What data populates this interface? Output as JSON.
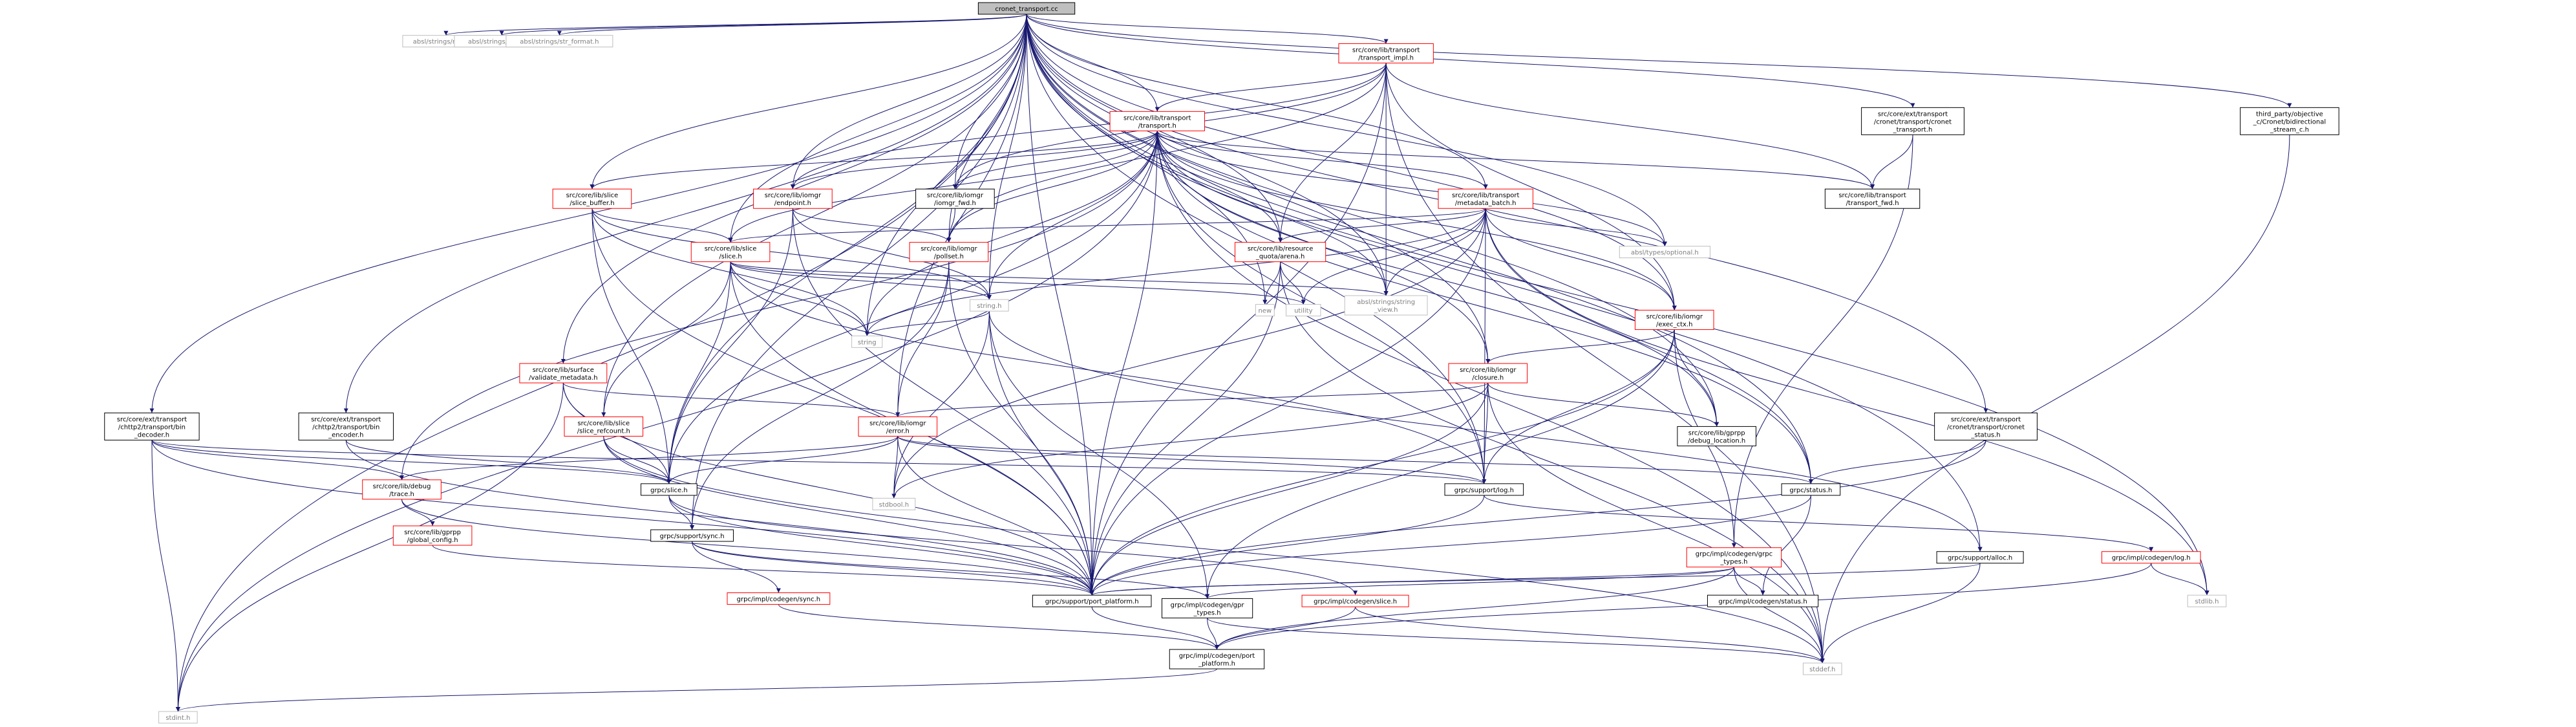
{
  "colors": {
    "root_fill": "#bfbfbf",
    "node_fill": "#ffffff",
    "node_border_internal": "#ff0000",
    "node_border_plain": "#000000",
    "node_border_system": "#bfbfbf",
    "text": "#000000",
    "text_system": "#808080",
    "edge": "#191970"
  },
  "nodes": [
    {
      "id": "root",
      "lines": [
        "cronet_transport.cc"
      ],
      "style": "root"
    },
    {
      "id": "absl_match",
      "lines": [
        "absl/strings/match.h"
      ],
      "style": "system"
    },
    {
      "id": "absl_str_cat",
      "lines": [
        "absl/strings/str_cat.h"
      ],
      "style": "system"
    },
    {
      "id": "absl_str_format",
      "lines": [
        "absl/strings/str_format.h"
      ],
      "style": "system"
    },
    {
      "id": "transport_impl",
      "lines": [
        "src/core/lib/transport",
        "/transport_impl.h"
      ],
      "style": "internal"
    },
    {
      "id": "cronet_transport_h",
      "lines": [
        "src/core/ext/transport",
        "/cronet/transport/cronet",
        "_transport.h"
      ],
      "style": "plain"
    },
    {
      "id": "bidi_stream",
      "lines": [
        "third_party/objective",
        "_c/Cronet/bidirectional",
        "_stream_c.h"
      ],
      "style": "plain"
    },
    {
      "id": "transport_h",
      "lines": [
        "src/core/lib/transport",
        "/transport.h"
      ],
      "style": "internal"
    },
    {
      "id": "slice_buffer",
      "lines": [
        "src/core/lib/slice",
        "/slice_buffer.h"
      ],
      "style": "internal"
    },
    {
      "id": "endpoint",
      "lines": [
        "src/core/lib/iomgr",
        "/endpoint.h"
      ],
      "style": "internal"
    },
    {
      "id": "iomgr_fwd",
      "lines": [
        "src/core/lib/iomgr",
        "/iomgr_fwd.h"
      ],
      "style": "plain"
    },
    {
      "id": "metadata_batch",
      "lines": [
        "src/core/lib/transport",
        "/metadata_batch.h"
      ],
      "style": "internal"
    },
    {
      "id": "transport_fwd",
      "lines": [
        "src/core/lib/transport",
        "/transport_fwd.h"
      ],
      "style": "plain"
    },
    {
      "id": "slice_h",
      "lines": [
        "src/core/lib/slice",
        "/slice.h"
      ],
      "style": "internal"
    },
    {
      "id": "pollset",
      "lines": [
        "src/core/lib/iomgr",
        "/pollset.h"
      ],
      "style": "internal"
    },
    {
      "id": "quota_arena",
      "lines": [
        "src/core/lib/resource",
        "_quota/arena.h"
      ],
      "style": "internal"
    },
    {
      "id": "optional",
      "lines": [
        "absl/types/optional.h"
      ],
      "style": "system"
    },
    {
      "id": "new",
      "lines": [
        "new"
      ],
      "style": "system"
    },
    {
      "id": "utility",
      "lines": [
        "utility"
      ],
      "style": "system"
    },
    {
      "id": "string_view",
      "lines": [
        "absl/strings/string",
        "_view.h"
      ],
      "style": "system"
    },
    {
      "id": "string_h",
      "lines": [
        "string.h"
      ],
      "style": "system"
    },
    {
      "id": "exec_ctx",
      "lines": [
        "src/core/lib/iomgr",
        "/exec_ctx.h"
      ],
      "style": "internal"
    },
    {
      "id": "string",
      "lines": [
        "string"
      ],
      "style": "system"
    },
    {
      "id": "validate_metadata",
      "lines": [
        "src/core/lib/surface",
        "/validate_metadata.h"
      ],
      "style": "internal"
    },
    {
      "id": "closure",
      "lines": [
        "src/core/lib/iomgr",
        "/closure.h"
      ],
      "style": "internal"
    },
    {
      "id": "chttp2_decoder",
      "lines": [
        "src/core/ext/transport",
        "/chttp2/transport/bin",
        "_decoder.h"
      ],
      "style": "plain"
    },
    {
      "id": "chttp2_encoder",
      "lines": [
        "src/core/ext/transport",
        "/chttp2/transport/bin",
        "_encoder.h"
      ],
      "style": "plain"
    },
    {
      "id": "slice_refcount",
      "lines": [
        "src/core/lib/slice",
        "/slice_refcount.h"
      ],
      "style": "internal"
    },
    {
      "id": "error_h",
      "lines": [
        "src/core/lib/iomgr",
        "/error.h"
      ],
      "style": "internal"
    },
    {
      "id": "debug_location",
      "lines": [
        "src/core/lib/gprpp",
        "/debug_location.h"
      ],
      "style": "plain"
    },
    {
      "id": "cronet_status",
      "lines": [
        "src/core/ext/transport",
        "/cronet/transport/cronet",
        "_status.h"
      ],
      "style": "plain"
    },
    {
      "id": "debug_trace",
      "lines": [
        "src/core/lib/debug",
        "/trace.h"
      ],
      "style": "internal"
    },
    {
      "id": "grpc_slice",
      "lines": [
        "grpc/slice.h"
      ],
      "style": "plain"
    },
    {
      "id": "stdbool",
      "lines": [
        "stdbool.h"
      ],
      "style": "system"
    },
    {
      "id": "support_log",
      "lines": [
        "grpc/support/log.h"
      ],
      "style": "plain"
    },
    {
      "id": "grpc_status",
      "lines": [
        "grpc/status.h"
      ],
      "style": "plain"
    },
    {
      "id": "global_config",
      "lines": [
        "src/core/lib/gprpp",
        "/global_config.h"
      ],
      "style": "internal"
    },
    {
      "id": "support_sync",
      "lines": [
        "grpc/support/sync.h"
      ],
      "style": "plain"
    },
    {
      "id": "grpc_types",
      "lines": [
        "grpc/impl/codegen/grpc",
        "_types.h"
      ],
      "style": "internal"
    },
    {
      "id": "support_alloc",
      "lines": [
        "grpc/support/alloc.h"
      ],
      "style": "plain"
    },
    {
      "id": "codegen_log",
      "lines": [
        "grpc/impl/codegen/log.h"
      ],
      "style": "internal"
    },
    {
      "id": "stdlib",
      "lines": [
        "stdlib.h"
      ],
      "style": "system"
    },
    {
      "id": "codegen_sync",
      "lines": [
        "grpc/impl/codegen/sync.h"
      ],
      "style": "internal"
    },
    {
      "id": "port_platform",
      "lines": [
        "grpc/support/port_platform.h"
      ],
      "style": "plain"
    },
    {
      "id": "gpr_types",
      "lines": [
        "grpc/impl/codegen/gpr",
        "_types.h"
      ],
      "style": "plain"
    },
    {
      "id": "codegen_slice",
      "lines": [
        "grpc/impl/codegen/slice.h"
      ],
      "style": "internal"
    },
    {
      "id": "codegen_status",
      "lines": [
        "grpc/impl/codegen/status.h"
      ],
      "style": "plain"
    },
    {
      "id": "codegen_port_platform",
      "lines": [
        "grpc/impl/codegen/port",
        "_platform.h"
      ],
      "style": "plain"
    },
    {
      "id": "stddef",
      "lines": [
        "stddef.h"
      ],
      "style": "system"
    },
    {
      "id": "stdint",
      "lines": [
        "stdint.h"
      ],
      "style": "system"
    }
  ],
  "edges": [
    [
      "root",
      "absl_match"
    ],
    [
      "root",
      "absl_str_cat"
    ],
    [
      "root",
      "absl_str_format"
    ],
    [
      "root",
      "transport_impl"
    ],
    [
      "root",
      "cronet_transport_h"
    ],
    [
      "root",
      "bidi_stream"
    ],
    [
      "root",
      "transport_h"
    ],
    [
      "root",
      "slice_buffer"
    ],
    [
      "root",
      "endpoint"
    ],
    [
      "root",
      "iomgr_fwd"
    ],
    [
      "root",
      "metadata_batch"
    ],
    [
      "root",
      "slice_h"
    ],
    [
      "root",
      "pollset"
    ],
    [
      "root",
      "quota_arena"
    ],
    [
      "root",
      "new"
    ],
    [
      "root",
      "string_view"
    ],
    [
      "root",
      "exec_ctx"
    ],
    [
      "root",
      "string"
    ],
    [
      "root",
      "validate_metadata"
    ],
    [
      "root",
      "closure"
    ],
    [
      "root",
      "chttp2_decoder"
    ],
    [
      "root",
      "chttp2_encoder"
    ],
    [
      "root",
      "slice_refcount"
    ],
    [
      "root",
      "error_h"
    ],
    [
      "root",
      "debug_location"
    ],
    [
      "root",
      "cronet_status"
    ],
    [
      "root",
      "grpc_slice"
    ],
    [
      "root",
      "support_log"
    ],
    [
      "root",
      "grpc_status"
    ],
    [
      "root",
      "support_sync"
    ],
    [
      "root",
      "support_alloc"
    ],
    [
      "root",
      "stdlib"
    ],
    [
      "root",
      "port_platform"
    ],
    [
      "root",
      "string_h"
    ],
    [
      "root",
      "stdint"
    ],
    [
      "root",
      "optional"
    ],
    [
      "transport_impl",
      "transport_h"
    ],
    [
      "transport_impl",
      "endpoint"
    ],
    [
      "transport_impl",
      "iomgr_fwd"
    ],
    [
      "transport_impl",
      "pollset"
    ],
    [
      "transport_impl",
      "quota_arena"
    ],
    [
      "transport_impl",
      "transport_fwd"
    ],
    [
      "transport_impl",
      "port_platform"
    ],
    [
      "transport_impl",
      "stddef"
    ],
    [
      "transport_impl",
      "string_view"
    ],
    [
      "transport_impl",
      "exec_ctx"
    ],
    [
      "cronet_transport_h",
      "transport_fwd"
    ],
    [
      "cronet_transport_h",
      "grpc_types"
    ],
    [
      "bidi_stream",
      "stddef"
    ],
    [
      "transport_h",
      "slice_buffer"
    ],
    [
      "transport_h",
      "endpoint"
    ],
    [
      "transport_h",
      "iomgr_fwd"
    ],
    [
      "transport_h",
      "metadata_batch"
    ],
    [
      "transport_h",
      "transport_fwd"
    ],
    [
      "transport_h",
      "slice_h"
    ],
    [
      "transport_h",
      "pollset"
    ],
    [
      "transport_h",
      "quota_arena"
    ],
    [
      "transport_h",
      "string_h"
    ],
    [
      "transport_h",
      "exec_ctx"
    ],
    [
      "transport_h",
      "closure"
    ],
    [
      "transport_h",
      "debug_trace"
    ],
    [
      "transport_h",
      "grpc_slice"
    ],
    [
      "transport_h",
      "support_log"
    ],
    [
      "transport_h",
      "grpc_status"
    ],
    [
      "transport_h",
      "port_platform"
    ],
    [
      "transport_h",
      "stdint"
    ],
    [
      "transport_h",
      "stddef"
    ],
    [
      "transport_h",
      "string_view"
    ],
    [
      "transport_h",
      "optional"
    ],
    [
      "transport_h",
      "string"
    ],
    [
      "transport_h",
      "debug_location"
    ],
    [
      "slice_buffer",
      "slice_h"
    ],
    [
      "slice_buffer",
      "string_h"
    ],
    [
      "slice_buffer",
      "grpc_slice"
    ],
    [
      "slice_buffer",
      "string"
    ],
    [
      "slice_buffer",
      "port_platform"
    ],
    [
      "endpoint",
      "pollset"
    ],
    [
      "endpoint",
      "string_h"
    ],
    [
      "endpoint",
      "port_platform"
    ],
    [
      "endpoint",
      "grpc_slice"
    ],
    [
      "iomgr_fwd",
      "pollset"
    ],
    [
      "metadata_batch",
      "slice_h"
    ],
    [
      "metadata_batch",
      "quota_arena"
    ],
    [
      "metadata_batch",
      "exec_ctx"
    ],
    [
      "metadata_batch",
      "optional"
    ],
    [
      "metadata_batch",
      "string_view"
    ],
    [
      "metadata_batch",
      "utility"
    ],
    [
      "metadata_batch",
      "grpc_status"
    ],
    [
      "metadata_batch",
      "support_log"
    ],
    [
      "metadata_batch",
      "port_platform"
    ],
    [
      "metadata_batch",
      "string"
    ],
    [
      "metadata_batch",
      "stdbool"
    ],
    [
      "metadata_batch",
      "stdlib"
    ],
    [
      "slice_h",
      "string_h"
    ],
    [
      "slice_h",
      "string"
    ],
    [
      "slice_h",
      "utility"
    ],
    [
      "slice_h",
      "slice_refcount"
    ],
    [
      "slice_h",
      "grpc_slice"
    ],
    [
      "slice_h",
      "port_platform"
    ],
    [
      "slice_h",
      "support_log"
    ],
    [
      "slice_h",
      "string_view"
    ],
    [
      "pollset",
      "error_h"
    ],
    [
      "pollset",
      "support_sync"
    ],
    [
      "pollset",
      "port_platform"
    ],
    [
      "quota_arena",
      "new"
    ],
    [
      "quota_arena",
      "utility"
    ],
    [
      "quota_arena",
      "port_platform"
    ],
    [
      "quota_arena",
      "stddef"
    ],
    [
      "exec_ctx",
      "closure"
    ],
    [
      "exec_ctx",
      "debug_location"
    ],
    [
      "exec_ctx",
      "support_log"
    ],
    [
      "exec_ctx",
      "grpc_types"
    ],
    [
      "exec_ctx",
      "port_platform"
    ],
    [
      "exec_ctx",
      "gpr_types"
    ],
    [
      "string_h",
      "string"
    ],
    [
      "string_h",
      "stdbool"
    ],
    [
      "string_h",
      "port_platform"
    ],
    [
      "string_h",
      "gpr_types"
    ],
    [
      "string_h",
      "support_alloc"
    ],
    [
      "validate_metadata",
      "error_h"
    ],
    [
      "validate_metadata",
      "grpc_slice"
    ],
    [
      "validate_metadata",
      "stdint"
    ],
    [
      "validate_metadata",
      "port_platform"
    ],
    [
      "closure",
      "error_h"
    ],
    [
      "closure",
      "debug_location"
    ],
    [
      "closure",
      "support_log"
    ],
    [
      "closure",
      "port_platform"
    ],
    [
      "closure",
      "stdbool"
    ],
    [
      "closure",
      "stddef"
    ],
    [
      "chttp2_decoder",
      "grpc_slice"
    ],
    [
      "chttp2_decoder",
      "support_log"
    ],
    [
      "chttp2_decoder",
      "port_platform"
    ],
    [
      "chttp2_decoder",
      "stdint"
    ],
    [
      "chttp2_decoder",
      "debug_trace"
    ],
    [
      "chttp2_encoder",
      "grpc_slice"
    ],
    [
      "chttp2_encoder",
      "port_platform"
    ],
    [
      "slice_refcount",
      "grpc_slice"
    ],
    [
      "slice_refcount",
      "port_platform"
    ],
    [
      "slice_refcount",
      "stddef"
    ],
    [
      "error_h",
      "debug_trace"
    ],
    [
      "error_h",
      "grpc_slice"
    ],
    [
      "error_h",
      "stdbool"
    ],
    [
      "error_h",
      "support_log"
    ],
    [
      "error_h",
      "grpc_status"
    ],
    [
      "error_h",
      "port_platform"
    ],
    [
      "cronet_status",
      "grpc_status"
    ],
    [
      "cronet_status",
      "port_platform"
    ],
    [
      "debug_trace",
      "global_config"
    ],
    [
      "debug_trace",
      "port_platform"
    ],
    [
      "grpc_slice",
      "support_sync"
    ],
    [
      "grpc_slice",
      "codegen_slice"
    ],
    [
      "grpc_slice",
      "port_platform"
    ],
    [
      "support_log",
      "codegen_log"
    ],
    [
      "support_log",
      "port_platform"
    ],
    [
      "grpc_status",
      "codegen_status"
    ],
    [
      "grpc_status",
      "port_platform"
    ],
    [
      "global_config",
      "port_platform"
    ],
    [
      "support_sync",
      "codegen_sync"
    ],
    [
      "support_sync",
      "port_platform"
    ],
    [
      "support_sync",
      "gpr_types"
    ],
    [
      "grpc_types",
      "codegen_status"
    ],
    [
      "grpc_types",
      "codegen_port_platform"
    ],
    [
      "grpc_types",
      "port_platform"
    ],
    [
      "grpc_types",
      "gpr_types"
    ],
    [
      "grpc_types",
      "stddef"
    ],
    [
      "support_alloc",
      "port_platform"
    ],
    [
      "support_alloc",
      "stddef"
    ],
    [
      "codegen_log",
      "codegen_port_platform"
    ],
    [
      "codegen_log",
      "stdlib"
    ],
    [
      "codegen_sync",
      "codegen_port_platform"
    ],
    [
      "port_platform",
      "codegen_port_platform"
    ],
    [
      "gpr_types",
      "codegen_port_platform"
    ],
    [
      "gpr_types",
      "stddef"
    ],
    [
      "codegen_slice",
      "codegen_port_platform"
    ],
    [
      "codegen_slice",
      "stddef"
    ],
    [
      "codegen_port_platform",
      "stdint"
    ]
  ]
}
